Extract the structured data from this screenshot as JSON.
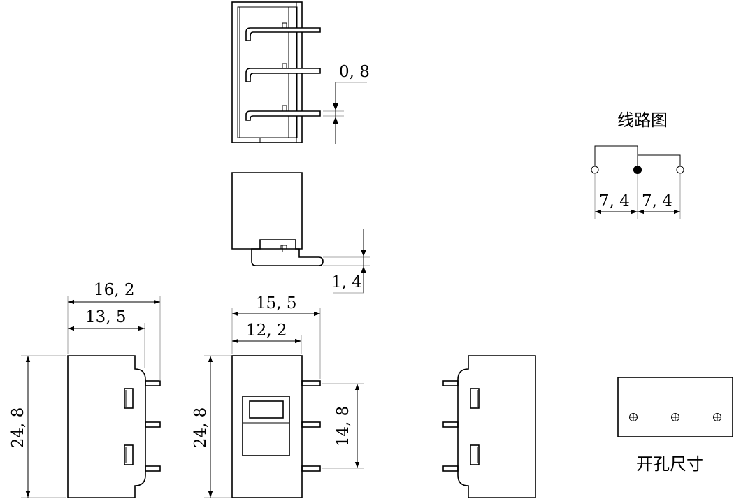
{
  "labels": {
    "circuit_title": "线路图",
    "hole_title": "开孔尺寸"
  },
  "dimensions": {
    "pin_thickness": "0, 8",
    "pin_offset": "1, 4",
    "body_width_left": "16, 2",
    "body_width_left_inner": "13, 5",
    "body_width_middle": "15, 5",
    "body_width_middle_inner": "12, 2",
    "height_left": "24, 8",
    "height_middle": "24, 8",
    "pin_span": "14, 8",
    "pitch_left": "7, 4",
    "pitch_right": "7, 4"
  }
}
